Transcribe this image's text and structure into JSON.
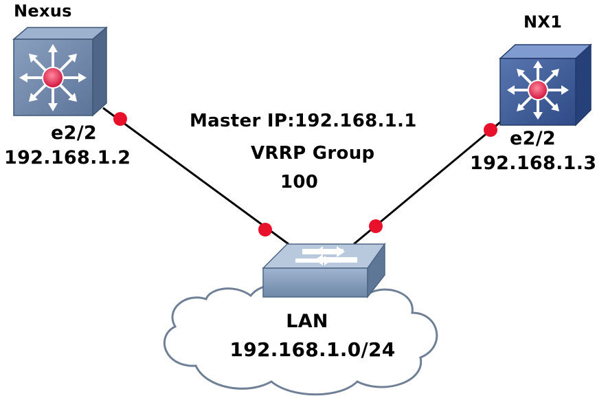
{
  "devices": {
    "left": {
      "name": "Nexus",
      "interface": "e2/2",
      "ip": "192.168.1.2"
    },
    "right": {
      "name": "NX1",
      "interface": "e2/2",
      "ip": "192.168.1.3"
    }
  },
  "vrrp": {
    "master_ip_label": "Master IP:192.168.1.1",
    "group_label": "VRRP Group",
    "group_number": "100"
  },
  "lan": {
    "label": "LAN",
    "subnet": "192.168.1.0/24"
  },
  "colors": {
    "switch_left_face": "#6f87aa",
    "switch_right_face": "#3b5894",
    "port_dot": "#e8102a",
    "link": "#000000",
    "cloud_fill": "#ffffff"
  },
  "icons": {
    "left_device": "multilayer-switch-icon",
    "right_device": "multilayer-switch-icon",
    "lan_switch": "workgroup-switch-icon",
    "lan_cloud": "cloud-icon"
  }
}
